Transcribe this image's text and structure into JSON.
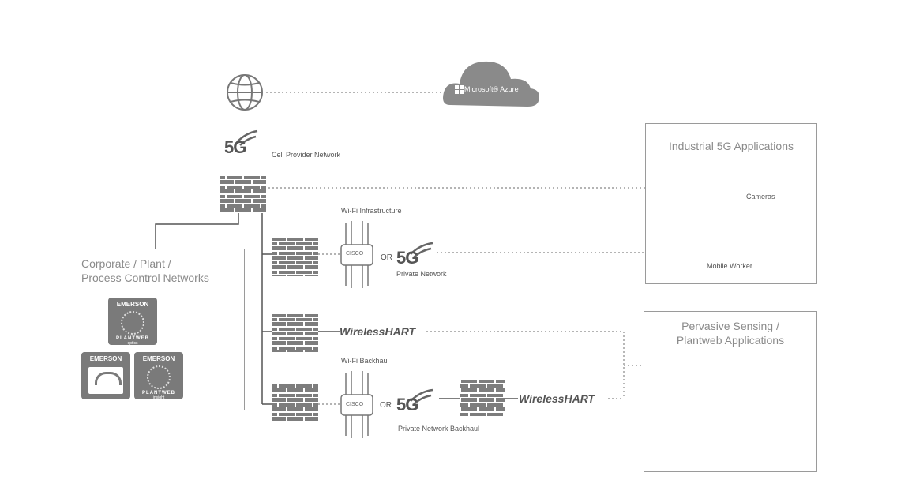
{
  "labels": {
    "azure": "Microsoft® Azure",
    "cell_provider": "Cell Provider Network",
    "wifi_infrastructure": "Wi-Fi Infrastructure",
    "private_network": "Private Network",
    "wifi_backhaul": "Wi-Fi Backhaul",
    "private_network_backhaul": "Private Network Backhaul",
    "or1": "OR",
    "or2": "OR",
    "five_g_1": "5G",
    "five_g_2": "5G",
    "five_g_3": "5G",
    "whart_wireless": "Wireless",
    "whart_hart": "HART",
    "cisco": "CISCO"
  },
  "boxes": {
    "industrial": {
      "title": "Industrial 5G Applications",
      "cameras": "Cameras",
      "mobile_worker": "Mobile Worker"
    },
    "pervasive": {
      "title_1": "Pervasive Sensing /",
      "title_2": "Plantweb Applications"
    },
    "corporate": {
      "title_1": "Corporate / Plant /",
      "title_2": "Process Control Networks"
    }
  },
  "emerson": {
    "brand": "EMERSON",
    "plantweb": "PLANTWEB",
    "optics": "optics",
    "insight": "insight"
  },
  "colors": {
    "line": "#555555",
    "dotted": "#888888",
    "icon": "#7a7a7a",
    "brick": "#7d7d7d",
    "box_border": "#9a9a9a"
  }
}
